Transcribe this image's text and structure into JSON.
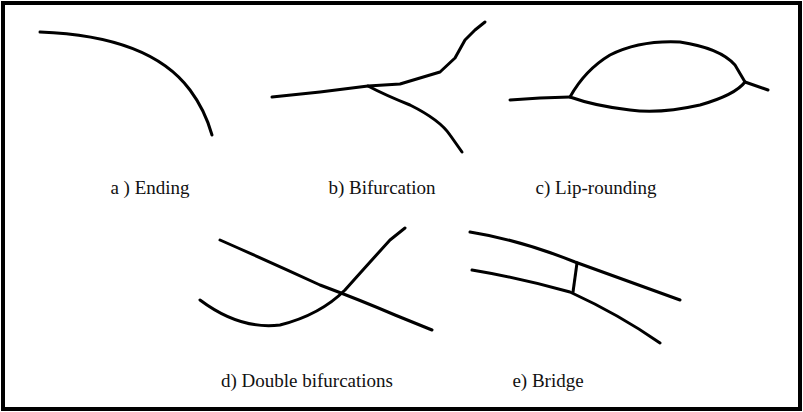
{
  "diagram": {
    "labels": [
      "a ) Ending",
      "b) Bifurcation",
      "c) Lip-rounding",
      "d) Double bifurcations",
      "e) Bridge"
    ]
  }
}
